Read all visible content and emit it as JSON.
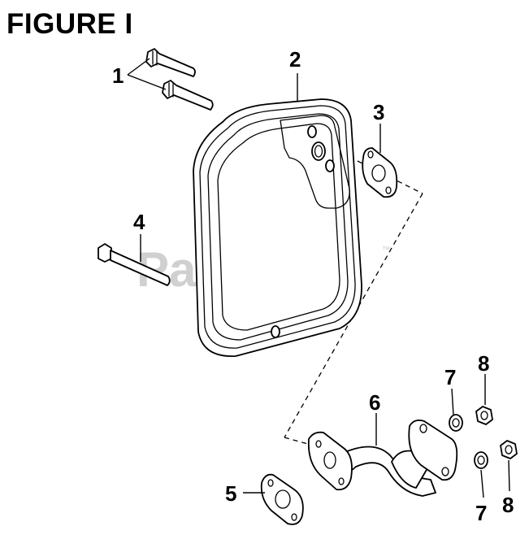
{
  "figure": {
    "title": "FIGURE I"
  },
  "watermark": {
    "text": "PartsTree",
    "trademark": "™",
    "color": "#c8c8c8"
  },
  "callouts": [
    {
      "id": "1",
      "label": "1",
      "part": "bolt"
    },
    {
      "id": "2",
      "label": "2",
      "part": "muffler"
    },
    {
      "id": "3",
      "label": "3",
      "part": "gasket"
    },
    {
      "id": "4",
      "label": "4",
      "part": "bolt"
    },
    {
      "id": "5",
      "label": "5",
      "part": "gasket"
    },
    {
      "id": "6",
      "label": "6",
      "part": "exhaust-pipe"
    },
    {
      "id": "7a",
      "label": "7",
      "part": "washer"
    },
    {
      "id": "7b",
      "label": "7",
      "part": "washer"
    },
    {
      "id": "8a",
      "label": "8",
      "part": "nut"
    },
    {
      "id": "8b",
      "label": "8",
      "part": "nut"
    }
  ]
}
